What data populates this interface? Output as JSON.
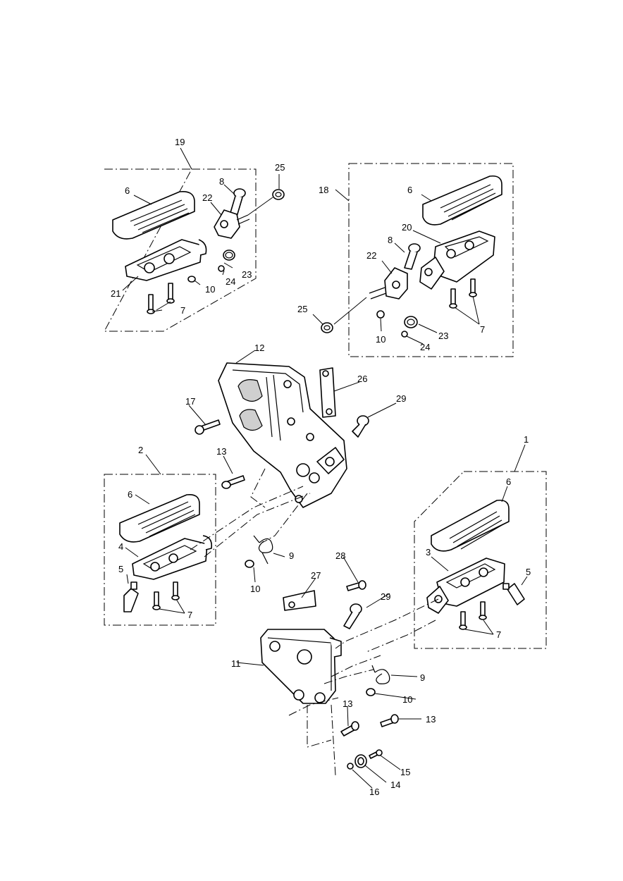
{
  "diagram": {
    "callouts": [
      {
        "id": "c19",
        "text": "19"
      },
      {
        "id": "c25a",
        "text": "25"
      },
      {
        "id": "c6a",
        "text": "6"
      },
      {
        "id": "c8a",
        "text": "8"
      },
      {
        "id": "c22a",
        "text": "22"
      },
      {
        "id": "c23a",
        "text": "23"
      },
      {
        "id": "c21",
        "text": "21"
      },
      {
        "id": "c10a",
        "text": "10"
      },
      {
        "id": "c24a",
        "text": "24"
      },
      {
        "id": "c7a",
        "text": "7"
      },
      {
        "id": "c18",
        "text": "18"
      },
      {
        "id": "c6b",
        "text": "6"
      },
      {
        "id": "c20",
        "text": "20"
      },
      {
        "id": "c8b",
        "text": "8"
      },
      {
        "id": "c22b",
        "text": "22"
      },
      {
        "id": "c25b",
        "text": "25"
      },
      {
        "id": "c10b",
        "text": "10"
      },
      {
        "id": "c23b",
        "text": "23"
      },
      {
        "id": "c24b",
        "text": "24"
      },
      {
        "id": "c7b",
        "text": "7"
      },
      {
        "id": "c12",
        "text": "12"
      },
      {
        "id": "c26",
        "text": "26"
      },
      {
        "id": "c17",
        "text": "17"
      },
      {
        "id": "c29a",
        "text": "29"
      },
      {
        "id": "c13a",
        "text": "13"
      },
      {
        "id": "c2",
        "text": "2"
      },
      {
        "id": "c6c",
        "text": "6"
      },
      {
        "id": "c4",
        "text": "4"
      },
      {
        "id": "c5a",
        "text": "5"
      },
      {
        "id": "c7c",
        "text": "7"
      },
      {
        "id": "c9a",
        "text": "9"
      },
      {
        "id": "c10c",
        "text": "10"
      },
      {
        "id": "c1",
        "text": "1"
      },
      {
        "id": "c6d",
        "text": "6"
      },
      {
        "id": "c3",
        "text": "3"
      },
      {
        "id": "c5b",
        "text": "5"
      },
      {
        "id": "c7d",
        "text": "7"
      },
      {
        "id": "c28",
        "text": "28"
      },
      {
        "id": "c27",
        "text": "27"
      },
      {
        "id": "c29b",
        "text": "29"
      },
      {
        "id": "c11",
        "text": "11"
      },
      {
        "id": "c9b",
        "text": "9"
      },
      {
        "id": "c10d",
        "text": "10"
      },
      {
        "id": "c13b",
        "text": "13"
      },
      {
        "id": "c13c",
        "text": "13"
      },
      {
        "id": "c15",
        "text": "15"
      },
      {
        "id": "c14",
        "text": "14"
      },
      {
        "id": "c16",
        "text": "16"
      }
    ]
  }
}
